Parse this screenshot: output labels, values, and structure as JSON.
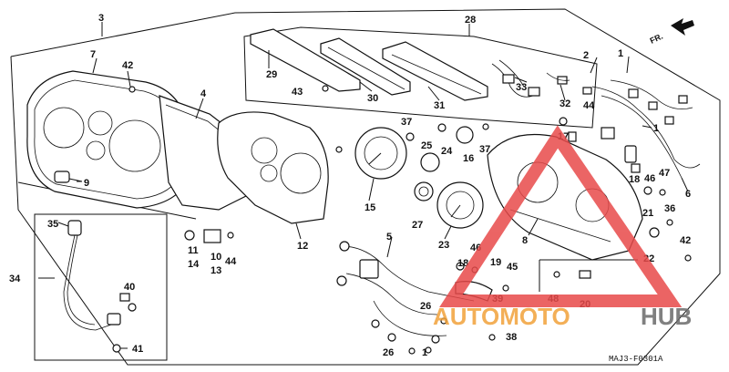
{
  "diagram": {
    "code": "MAJ3-F0301A",
    "direction_label": "FR.",
    "watermark": {
      "text_a": "AUTOMOTO",
      "text_b": "HUB",
      "color_a": "#f2a23a",
      "color_b": "#6b6b6b",
      "triangle_color": "#e84a4a"
    },
    "labels": {
      "l1": "1",
      "l1b": "1",
      "l1c": "1",
      "l2": "2",
      "l3": "3",
      "l4": "4",
      "l5": "5",
      "l6": "6",
      "l7": "7",
      "l8": "8",
      "l9": "9",
      "l10": "10",
      "l11": "11",
      "l12": "12",
      "l13": "13",
      "l14": "14",
      "l15": "15",
      "l16": "16",
      "l17": "17",
      "l18": "18",
      "l18b": "18",
      "l19": "19",
      "l20": "20",
      "l21": "21",
      "l22": "22",
      "l23": "23",
      "l24": "24",
      "l25": "25",
      "l26": "26",
      "l26b": "26",
      "l27": "27",
      "l28": "28",
      "l29": "29",
      "l30": "30",
      "l31": "31",
      "l32": "32",
      "l33": "33",
      "l34": "34",
      "l35": "35",
      "l36": "36",
      "l37": "37",
      "l37b": "37",
      "l38": "38",
      "l39": "39",
      "l40": "40",
      "l41": "41",
      "l42": "42",
      "l42b": "42",
      "l43": "43",
      "l44": "44",
      "l44b": "44",
      "l45": "45",
      "l46": "46",
      "l46b": "46",
      "l47": "47",
      "l48": "48"
    }
  }
}
